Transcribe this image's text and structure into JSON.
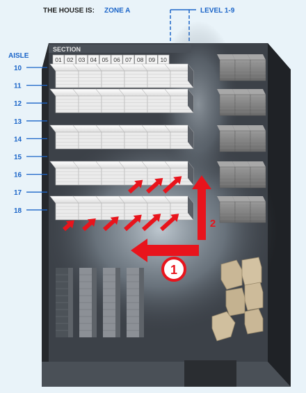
{
  "header": {
    "house_label": "THE HOUSE IS:",
    "zone": "ZONE A",
    "level": "LEVEL 1-9"
  },
  "axes": {
    "aisle_label": "AISLE",
    "section_label": "SECTION",
    "aisles": [
      "10",
      "11",
      "12",
      "13",
      "14",
      "15",
      "16",
      "17",
      "18"
    ],
    "sections": [
      "01",
      "02",
      "03",
      "04",
      "05",
      "06",
      "07",
      "08",
      "09",
      "10"
    ]
  },
  "markers": {
    "step1": "1",
    "step2": "2"
  },
  "colors": {
    "accent_blue": "#1a64c8",
    "arrow_red": "#e8141c",
    "floor": "#3c4148",
    "walls": "#2c3035",
    "rack_top": "#f2f2f2",
    "boxes": "#c9b796"
  }
}
